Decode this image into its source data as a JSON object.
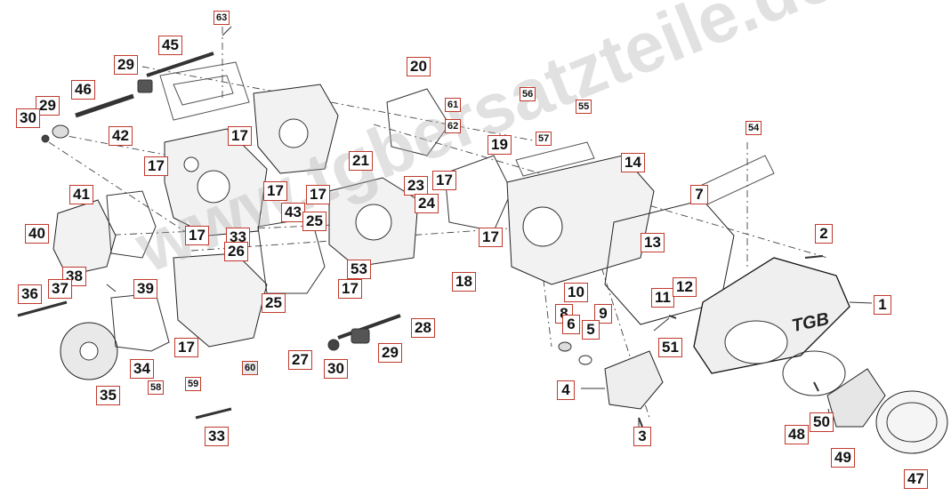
{
  "watermark": "www.tgbersatzteile.de",
  "brand_logo": "TGB",
  "callouts": [
    {
      "id": "63",
      "label": "63"
    },
    {
      "id": "45",
      "label": "45"
    },
    {
      "id": "29a",
      "label": "29"
    },
    {
      "id": "46",
      "label": "46"
    },
    {
      "id": "29b",
      "label": "29"
    },
    {
      "id": "30a",
      "label": "30"
    },
    {
      "id": "42",
      "label": "42"
    },
    {
      "id": "17a",
      "label": "17"
    },
    {
      "id": "17b",
      "label": "17"
    },
    {
      "id": "17c",
      "label": "17"
    },
    {
      "id": "20",
      "label": "20"
    },
    {
      "id": "61",
      "label": "61"
    },
    {
      "id": "62",
      "label": "62"
    },
    {
      "id": "21",
      "label": "21"
    },
    {
      "id": "56",
      "label": "56"
    },
    {
      "id": "57",
      "label": "57"
    },
    {
      "id": "55",
      "label": "55"
    },
    {
      "id": "19",
      "label": "19"
    },
    {
      "id": "17d",
      "label": "17"
    },
    {
      "id": "14",
      "label": "14"
    },
    {
      "id": "54",
      "label": "54"
    },
    {
      "id": "7",
      "label": "7"
    },
    {
      "id": "41",
      "label": "41"
    },
    {
      "id": "40",
      "label": "40"
    },
    {
      "id": "17e",
      "label": "17"
    },
    {
      "id": "43",
      "label": "43"
    },
    {
      "id": "25a",
      "label": "25"
    },
    {
      "id": "17f",
      "label": "17"
    },
    {
      "id": "23",
      "label": "23"
    },
    {
      "id": "24",
      "label": "24"
    },
    {
      "id": "17g",
      "label": "17"
    },
    {
      "id": "33a",
      "label": "33"
    },
    {
      "id": "13",
      "label": "13"
    },
    {
      "id": "2",
      "label": "2"
    },
    {
      "id": "26",
      "label": "26"
    },
    {
      "id": "38",
      "label": "38"
    },
    {
      "id": "37",
      "label": "37"
    },
    {
      "id": "36",
      "label": "36"
    },
    {
      "id": "39",
      "label": "39"
    },
    {
      "id": "53",
      "label": "53"
    },
    {
      "id": "18",
      "label": "18"
    },
    {
      "id": "17h",
      "label": "17"
    },
    {
      "id": "25b",
      "label": "25"
    },
    {
      "id": "10",
      "label": "10"
    },
    {
      "id": "11",
      "label": "11"
    },
    {
      "id": "12",
      "label": "12"
    },
    {
      "id": "8",
      "label": "8"
    },
    {
      "id": "9",
      "label": "9"
    },
    {
      "id": "6",
      "label": "6"
    },
    {
      "id": "5",
      "label": "5"
    },
    {
      "id": "1",
      "label": "1"
    },
    {
      "id": "28",
      "label": "28"
    },
    {
      "id": "17i",
      "label": "17"
    },
    {
      "id": "51",
      "label": "51"
    },
    {
      "id": "27",
      "label": "27"
    },
    {
      "id": "29c",
      "label": "29"
    },
    {
      "id": "34",
      "label": "34"
    },
    {
      "id": "60",
      "label": "60"
    },
    {
      "id": "30b",
      "label": "30"
    },
    {
      "id": "58",
      "label": "58"
    },
    {
      "id": "59",
      "label": "59"
    },
    {
      "id": "35",
      "label": "35"
    },
    {
      "id": "4",
      "label": "4"
    },
    {
      "id": "50",
      "label": "50"
    },
    {
      "id": "3",
      "label": "3"
    },
    {
      "id": "48",
      "label": "48"
    },
    {
      "id": "49",
      "label": "49"
    },
    {
      "id": "33b",
      "label": "33"
    },
    {
      "id": "47",
      "label": "47"
    }
  ]
}
